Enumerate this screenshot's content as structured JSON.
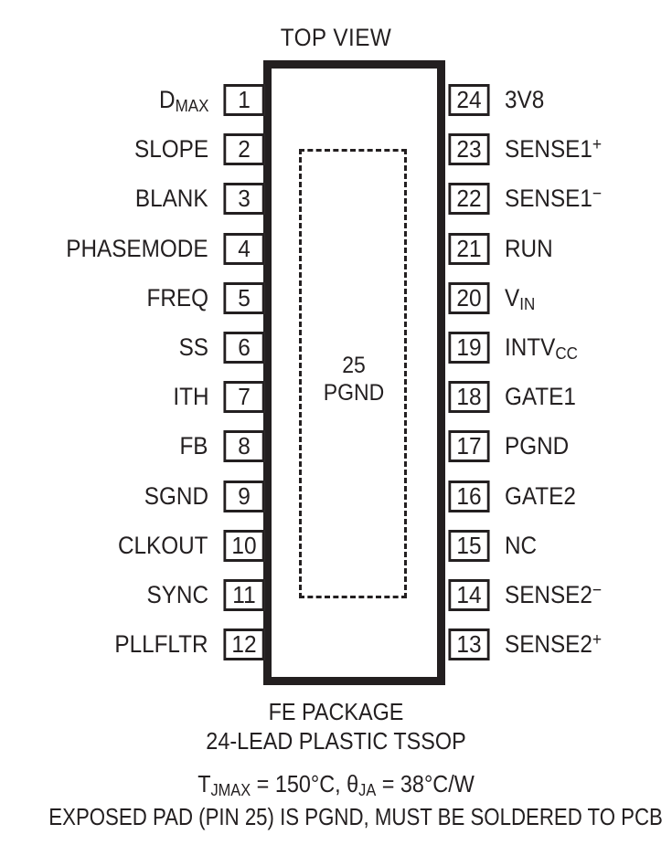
{
  "title": "TOP VIEW",
  "package": {
    "exposed_pad": {
      "pin_number": "25",
      "name": "PGND"
    }
  },
  "pins": {
    "left": [
      {
        "number": "1",
        "label": "D",
        "sub": "MAX",
        "sup": ""
      },
      {
        "number": "2",
        "label": "SLOPE",
        "sub": "",
        "sup": ""
      },
      {
        "number": "3",
        "label": "BLANK",
        "sub": "",
        "sup": ""
      },
      {
        "number": "4",
        "label": "PHASEMODE",
        "sub": "",
        "sup": ""
      },
      {
        "number": "5",
        "label": "FREQ",
        "sub": "",
        "sup": ""
      },
      {
        "number": "6",
        "label": "SS",
        "sub": "",
        "sup": ""
      },
      {
        "number": "7",
        "label": "ITH",
        "sub": "",
        "sup": ""
      },
      {
        "number": "8",
        "label": "FB",
        "sub": "",
        "sup": ""
      },
      {
        "number": "9",
        "label": "SGND",
        "sub": "",
        "sup": ""
      },
      {
        "number": "10",
        "label": "CLKOUT",
        "sub": "",
        "sup": ""
      },
      {
        "number": "11",
        "label": "SYNC",
        "sub": "",
        "sup": ""
      },
      {
        "number": "12",
        "label": "PLLFLTR",
        "sub": "",
        "sup": ""
      }
    ],
    "right": [
      {
        "number": "24",
        "label": "3V8",
        "sub": "",
        "sup": ""
      },
      {
        "number": "23",
        "label": "SENSE1",
        "sub": "",
        "sup": "+"
      },
      {
        "number": "22",
        "label": "SENSE1",
        "sub": "",
        "sup": "−"
      },
      {
        "number": "21",
        "label": "RUN",
        "sub": "",
        "sup": ""
      },
      {
        "number": "20",
        "label": "V",
        "sub": "IN",
        "sup": ""
      },
      {
        "number": "19",
        "label": "INTV",
        "sub": "CC",
        "sup": ""
      },
      {
        "number": "18",
        "label": "GATE1",
        "sub": "",
        "sup": ""
      },
      {
        "number": "17",
        "label": "PGND",
        "sub": "",
        "sup": ""
      },
      {
        "number": "16",
        "label": "GATE2",
        "sub": "",
        "sup": ""
      },
      {
        "number": "15",
        "label": "NC",
        "sub": "",
        "sup": ""
      },
      {
        "number": "14",
        "label": "SENSE2",
        "sub": "",
        "sup": "−"
      },
      {
        "number": "13",
        "label": "SENSE2",
        "sub": "",
        "sup": "+"
      }
    ]
  },
  "caption": {
    "package_line1": "FE PACKAGE",
    "package_line2": "24-LEAD PLASTIC TSSOP",
    "thermal_prefix": "T",
    "thermal_sub1": "JMAX",
    "thermal_mid": " = 150°C, θ",
    "thermal_sub2": "JA",
    "thermal_suffix": " = 38°C/W",
    "thermal_line_plain": "TJMAX = 150°C, θJA = 38°C/W",
    "exposed_pad_note": "EXPOSED PAD (PIN 25) IS PGND, MUST BE SOLDERED TO PCB"
  },
  "colors": {
    "ink": "#231f20",
    "background": "#ffffff"
  }
}
